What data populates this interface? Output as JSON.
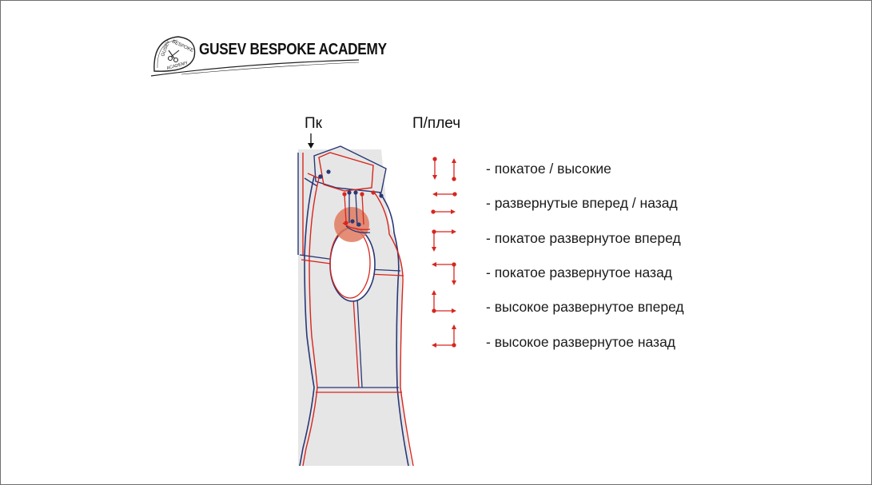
{
  "logo": {
    "brand": "GUSEV BESPOKE ACADEMY",
    "seal_text": "GUSEV BESPOKE ACADEMY",
    "icon": "scissors-icon"
  },
  "labels": {
    "pk": "Пк",
    "pplech": "П/плеч"
  },
  "legend": [
    {
      "text": "- покатое / высокие",
      "icon": "arrows-down-up-icon"
    },
    {
      "text": "- развернутые вперед / назад",
      "icon": "arrows-left-right-icon"
    },
    {
      "text": "- покатое развернутое вперед",
      "icon": "arrow-down-right-icon"
    },
    {
      "text": "- покатое развернутое назад",
      "icon": "arrow-left-down-icon"
    },
    {
      "text": "- высокое развернутое вперед",
      "icon": "arrow-up-right-icon"
    },
    {
      "text": "- высокое развернутое назад",
      "icon": "arrow-left-up-icon"
    }
  ],
  "colors": {
    "arrow": "#d7261e",
    "outline_blue": "#2a3776",
    "outline_red": "#d7261e",
    "body_fill": "#e6e6e6",
    "highlight": "#e07a5f"
  }
}
